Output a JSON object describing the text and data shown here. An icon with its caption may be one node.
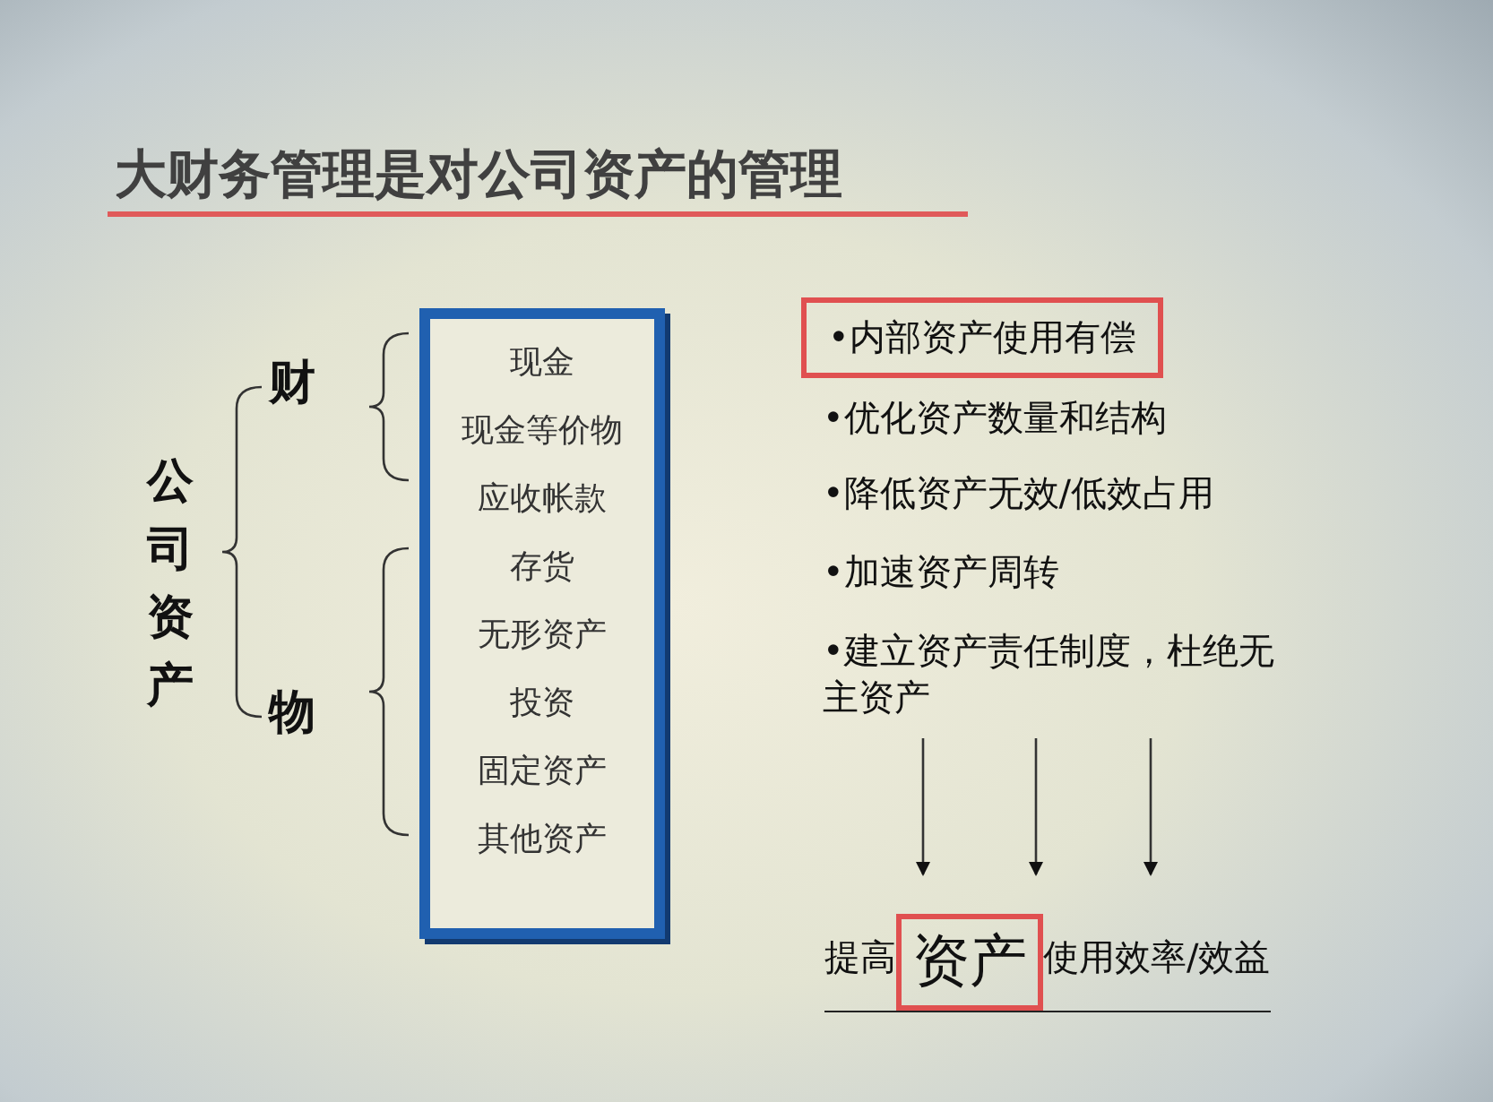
{
  "diagram": {
    "title": "大财务管理是对公司资产的管理",
    "nodes": [
      {
        "text": [
          "现金",
          "现金等价物",
          "应收帐款",
          "存货",
          "无形资产",
          "投资",
          "固定资产",
          "其他资产"
        ]
      },
      {
        "text": [
          "•内部资产使用有偿"
        ]
      },
      {
        "text": [
          "提高",
          "使用效率/效益"
        ]
      },
      {
        "text": [
          "资产"
        ],
        "in": 2
      }
    ],
    "edges": [
      {
        "from": null,
        "to": 2,
        "arrow": "to"
      },
      {
        "from": null,
        "to": 2,
        "arrow": "to"
      },
      {
        "from": null,
        "to": 2,
        "arrow": "to"
      }
    ],
    "labels": [
      "公司资产",
      "财",
      "物",
      "•优化资产数量和结构",
      "•降低资产无效/低效占用",
      "•加速资产周转",
      "•建立资产责任制度，杜绝无主资产"
    ]
  }
}
